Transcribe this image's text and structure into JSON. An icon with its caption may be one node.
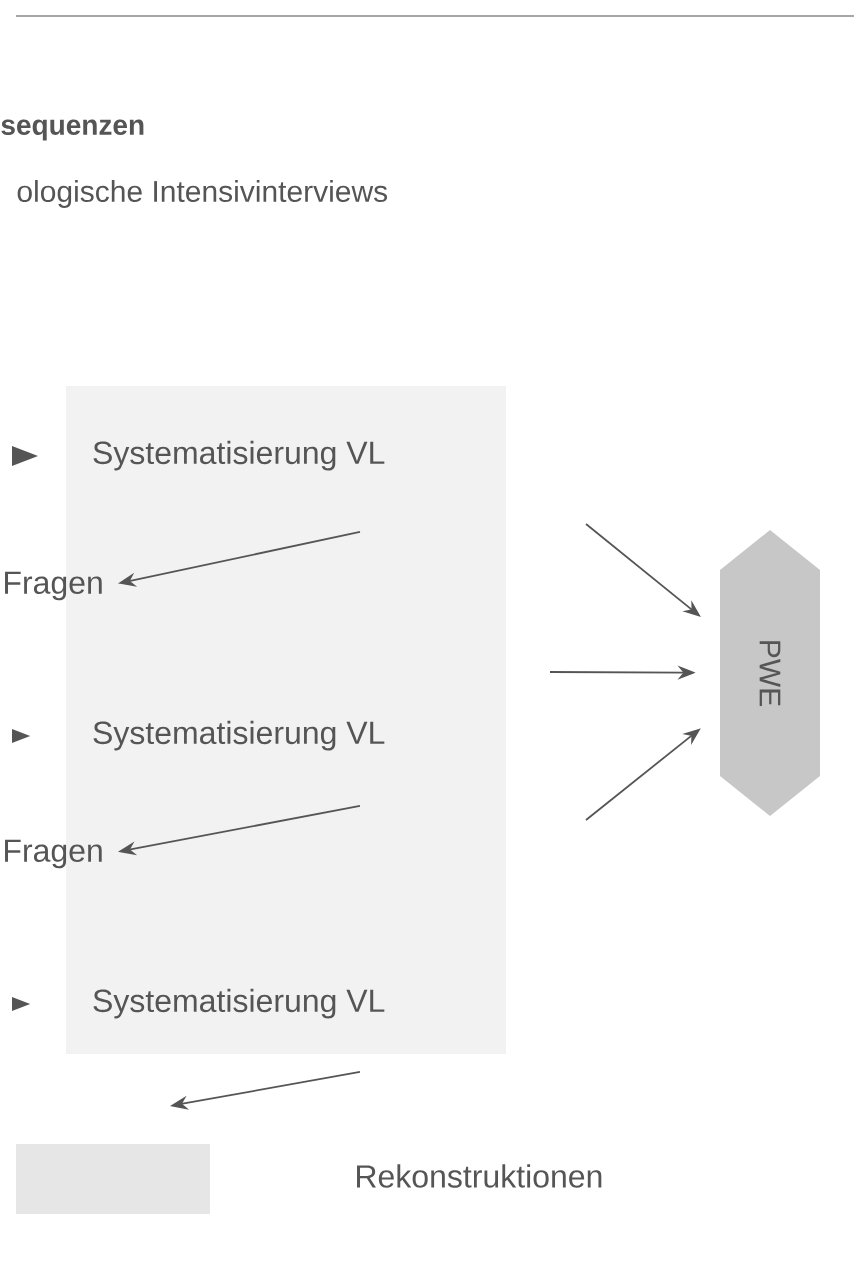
{
  "diagram": {
    "title": "sequenzen",
    "nodes": [
      {
        "text": [],
        "shape": "box"
      },
      {
        "text": [
          "Systematisierung VL"
        ],
        "in": 0
      },
      {
        "text": [
          "Fragen"
        ]
      },
      {
        "text": [
          "Systematisierung VL"
        ],
        "in": 0
      },
      {
        "text": [
          "Fragen"
        ]
      },
      {
        "text": [
          "Systematisierung VL"
        ],
        "in": 0
      },
      {
        "text": [
          "PWE"
        ]
      }
    ],
    "edges": [
      {
        "from": null,
        "to": 2,
        "arrow": "to"
      },
      {
        "from": null,
        "to": 4,
        "arrow": "to"
      },
      {
        "from": null,
        "to": 6,
        "arrow": "to"
      },
      {
        "from": null,
        "to": 6,
        "arrow": "to"
      },
      {
        "from": null,
        "to": 6,
        "arrow": "to"
      }
    ],
    "labels": [
      "ologische Intensivinterviews"
    ],
    "legend": [
      {
        "text": "Rekonstruktionen",
        "color": "#e6e6e6"
      }
    ]
  }
}
